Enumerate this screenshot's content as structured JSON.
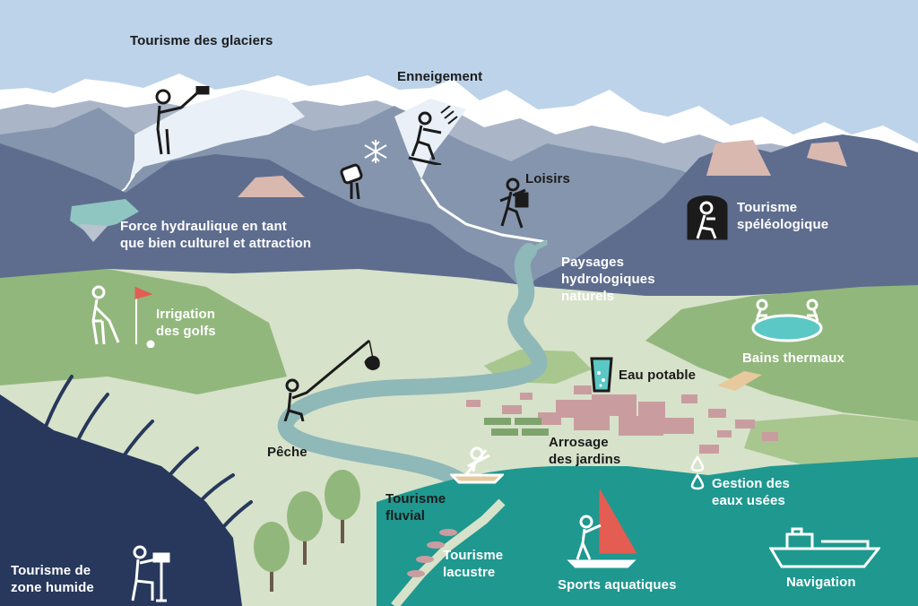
{
  "labels": {
    "glaciers": "Tourisme des glaciers",
    "enneigement": "Enneigement",
    "loisirs": "Loisirs",
    "force": "Force hydraulique en tant\nque bien culturel et attraction",
    "speleo": "Tourisme\nspéléologique",
    "paysages": "Paysages\nhydrologiques\nnaturels",
    "golfs": "Irrigation\ndes golfs",
    "bains": "Bains thermaux",
    "eau": "Eau potable",
    "peche": "Pêche",
    "arrosage": "Arrosage\ndes jardins",
    "fluvial": "Tourisme\nfluvial",
    "eaux_usees": "Gestion des\neaux usées",
    "zone_humide": "Tourisme de\nzone humide",
    "lacustre": "Tourisme\nlacustre",
    "sports": "Sports aquatiques",
    "navigation": "Navigation"
  },
  "colors": {
    "sky": "#bcd3ea",
    "snow": "#ffffff",
    "mountain_far": "#aab6c8",
    "mountain_mid": "#8595ad",
    "mountain_dark": "#5e6d8e",
    "valley": "#d7e2ca",
    "meadow": "#92b77c",
    "river": "#8fb8b8",
    "lake": "#1f9890",
    "village": "#c99da0",
    "reeds": "#27385c",
    "icon_dark": "#1b1b1b",
    "icon_light": "#ffffff",
    "sail": "#e35d52"
  }
}
